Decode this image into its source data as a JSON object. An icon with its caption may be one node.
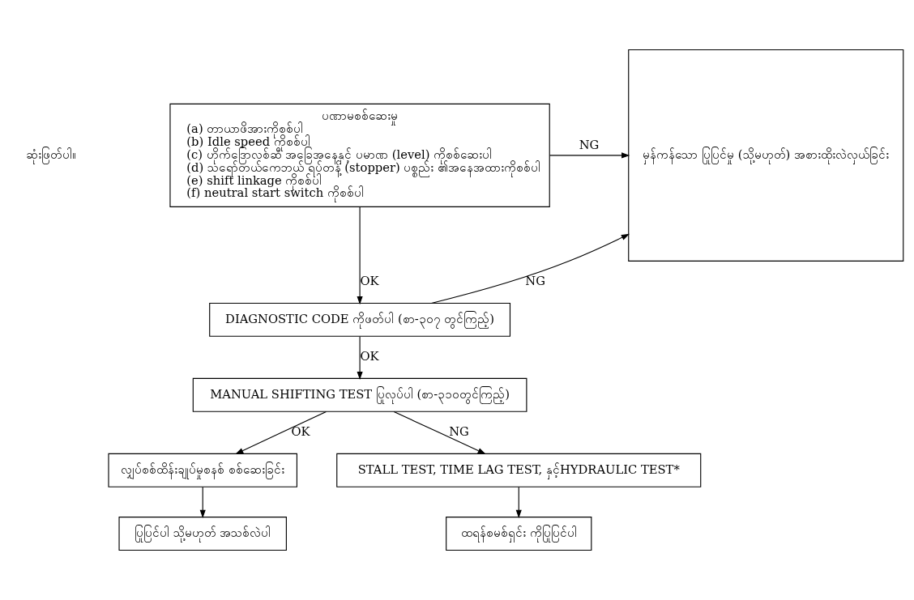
{
  "diagram": {
    "nodes": [
      {
        "text": [
          "ပဏာမစစ်ဆေးမှု",
          "(a) တာယာဖိအားကိုစစ်ပါ",
          "(b) Idle speed ကိုစစ်ပါ",
          "(c) ဟိုက်ဒြောလစ်ဆီ အခြေအနေနှင့် ပမာဏ (level) ကိုစစ်ဆေးပါ",
          "(d) သရော်တယ်ကေဘယ် ရပ်တန့် (stopper) ပစ္စည်း ၏အနေအထားကိုစစ်ပါ",
          "(e) shift linkage ကိုစစ်ပါ",
          "(f) neutral start switch ကိုစစ်ပါ"
        ]
      },
      {
        "text": [
          "မှန်ကန်သော ပြုပြင်မှု (သို့မဟုတ်) အစားထိုးလဲလှယ်ခြင်း"
        ]
      },
      {
        "text": [
          "DIAGNOSTIC CODE ကိုဖတ်ပါ (စာ-၃၀၇ တွင်ကြည့်)"
        ]
      },
      {
        "text": [
          "MANUAL SHIFTING TEST ပြုလုပ်ပါ (စာ-၃၁၀တွင်ကြည့်)"
        ]
      },
      {
        "text": [
          "လျှပ်စစ်ထိန်းချုပ်မှုစနစ် စစ်ဆေးခြင်း"
        ]
      },
      {
        "text": [
          "STALL TEST, TIME LAG TEST, နှင့်HYDRAULIC TEST*"
        ]
      },
      {
        "text": [
          "ပြုပြင်ပါ သို့မဟုတ် အသစ်လဲပါ"
        ]
      },
      {
        "text": [
          "ထရန်စမစ်ရှင်း ကိုပြုပြင်ပါ"
        ]
      }
    ],
    "edges": [
      {
        "from": 0,
        "to": 1,
        "arrow": "to",
        "label": "NG"
      },
      {
        "from": 0,
        "to": 2,
        "arrow": "to",
        "label": "OK"
      },
      {
        "from": 2,
        "to": 1,
        "arrow": "to",
        "label": "NG"
      },
      {
        "from": 2,
        "to": 3,
        "arrow": "to",
        "label": "OK"
      },
      {
        "from": 3,
        "to": 4,
        "arrow": "to",
        "label": "OK"
      },
      {
        "from": 3,
        "to": 5,
        "arrow": "to",
        "label": "NG"
      },
      {
        "from": 4,
        "to": 6,
        "arrow": "to"
      },
      {
        "from": 5,
        "to": 7,
        "arrow": "to"
      }
    ],
    "labels": [
      "ဆုံးဖြတ်ပါ။"
    ]
  }
}
